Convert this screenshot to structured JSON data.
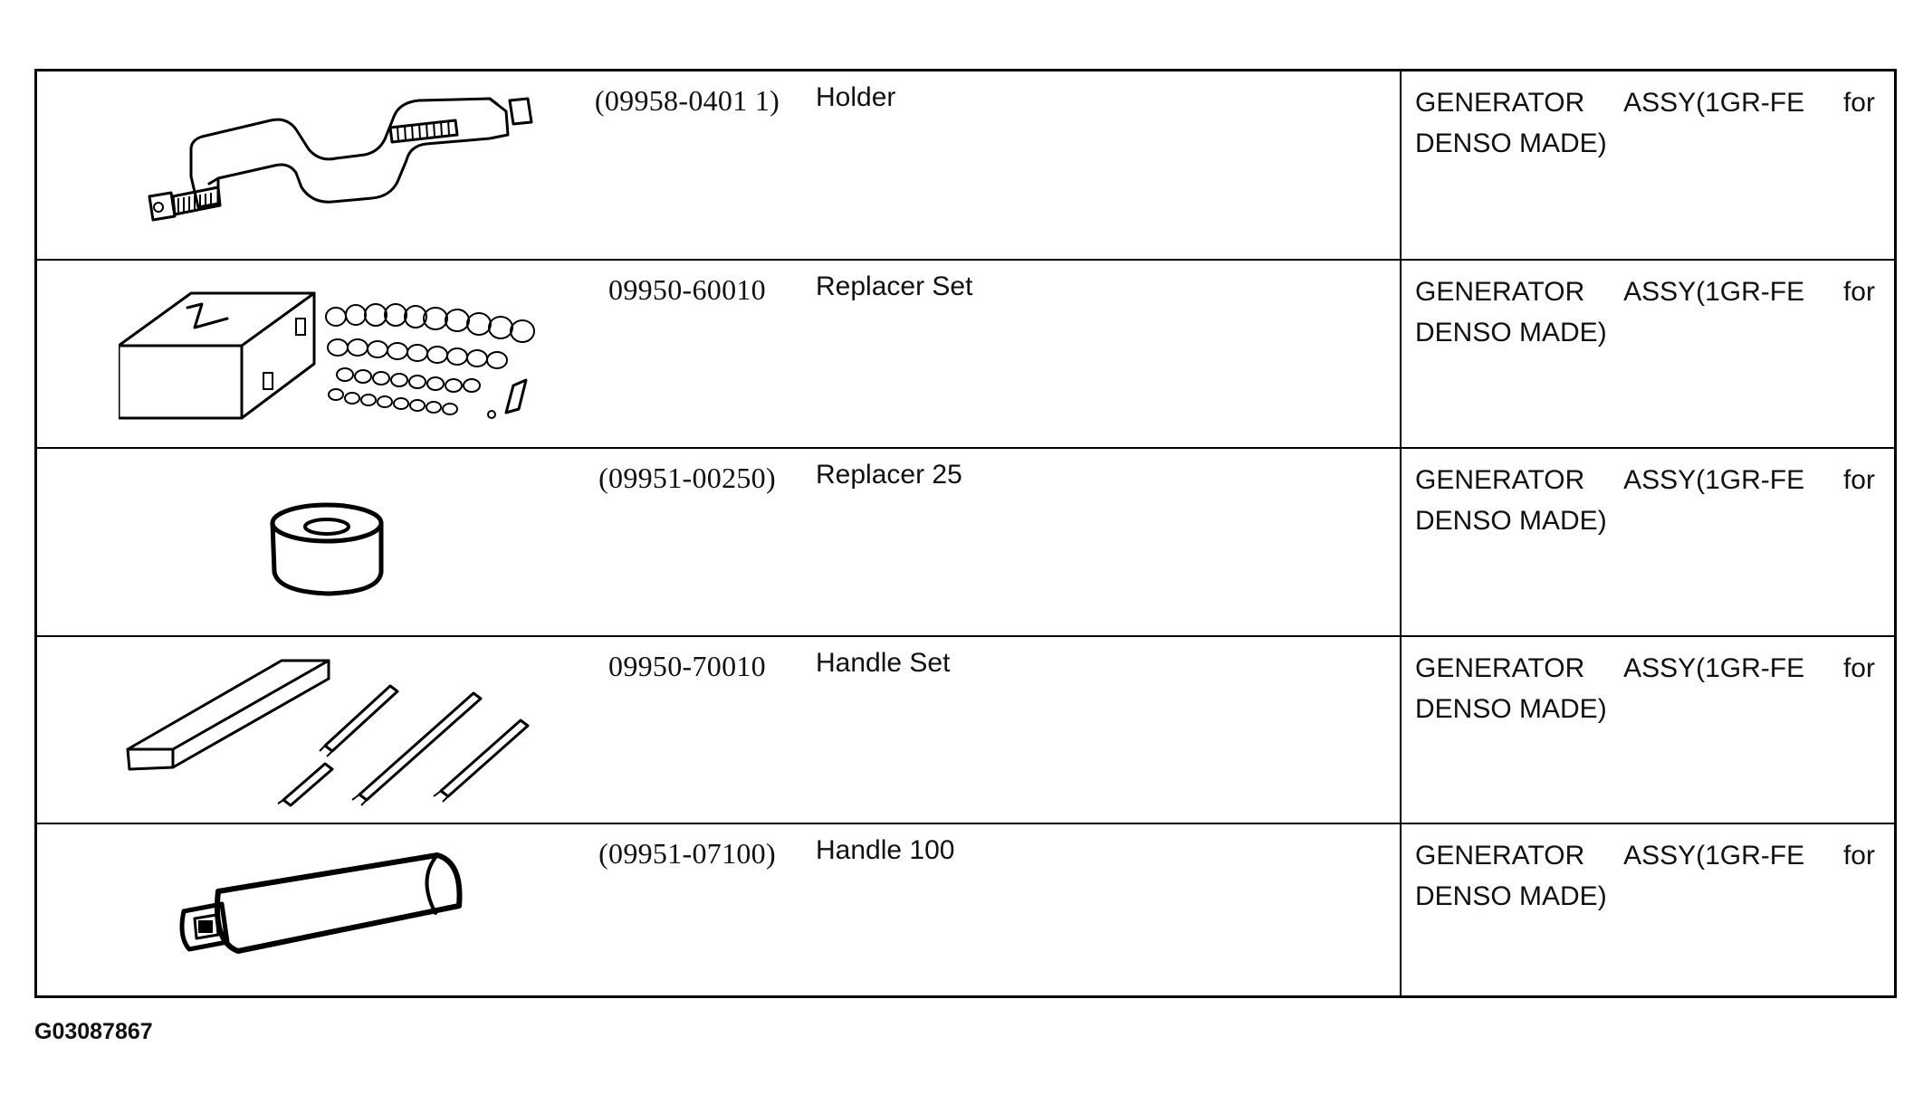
{
  "figure_id": "G03087867",
  "rows": [
    {
      "part_number": "(09958-0401 1)",
      "tool_name": "Holder",
      "applies_line1": [
        "GENERATOR",
        "ASSY(1GR-FE",
        "for"
      ],
      "applies_line2": "DENSO MADE)",
      "illustration": "holder-icon"
    },
    {
      "part_number": "09950-60010",
      "tool_name": "Replacer Set",
      "applies_line1": [
        "GENERATOR",
        "ASSY(1GR-FE",
        "for"
      ],
      "applies_line2": "DENSO MADE)",
      "illustration": "replacer-set-icon"
    },
    {
      "part_number": "(09951-00250)",
      "tool_name": "Replacer 25",
      "applies_line1": [
        "GENERATOR",
        "ASSY(1GR-FE",
        "for"
      ],
      "applies_line2": "DENSO MADE)",
      "illustration": "replacer-ring-icon"
    },
    {
      "part_number": "09950-70010",
      "tool_name": "Handle Set",
      "applies_line1": [
        "GENERATOR",
        "ASSY(1GR-FE",
        "for"
      ],
      "applies_line2": "DENSO MADE)",
      "illustration": "handle-set-icon"
    },
    {
      "part_number": "(09951-07100)",
      "tool_name": "Handle 100",
      "applies_line1": [
        "GENERATOR",
        "ASSY(1GR-FE",
        "for"
      ],
      "applies_line2": "DENSO MADE)",
      "illustration": "handle-icon"
    }
  ]
}
